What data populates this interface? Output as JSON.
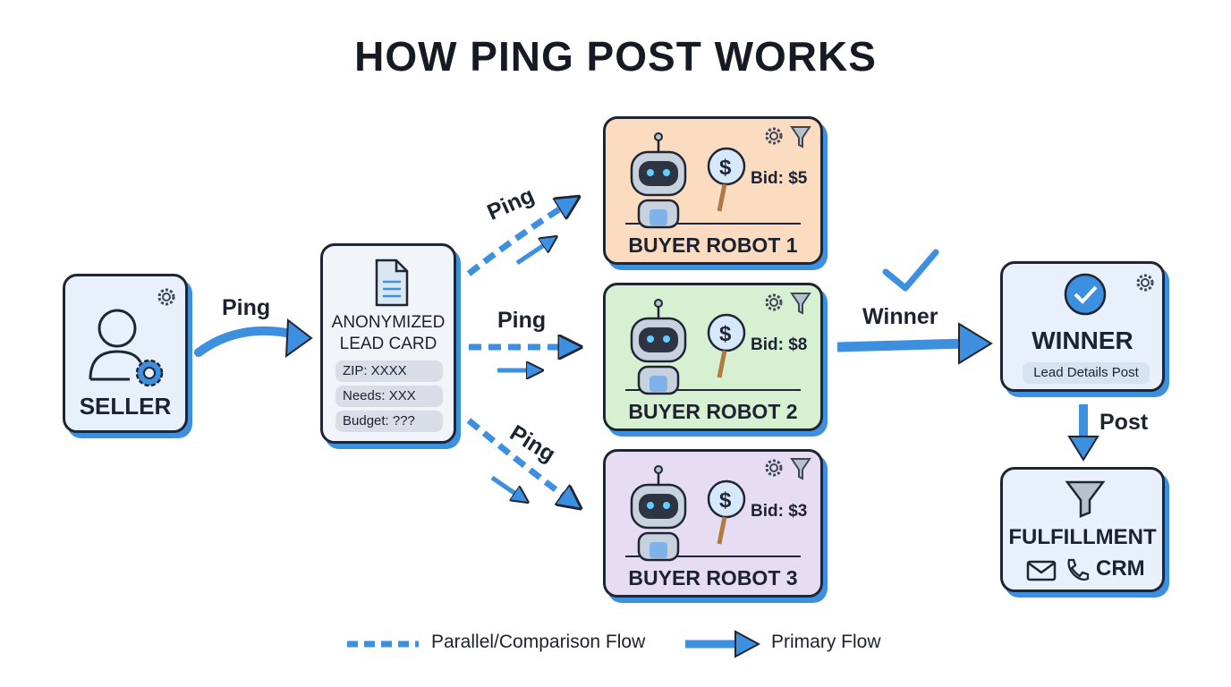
{
  "title": "HOW PING POST WORKS",
  "seller": {
    "label": "SELLER"
  },
  "lead_card": {
    "title_line1": "ANONYMIZED",
    "title_line2": "LEAD CARD",
    "fields": [
      "ZIP: XXXX",
      "Needs: XXX",
      "Budget: ???"
    ]
  },
  "buyers": [
    {
      "label": "BUYER ROBOT 1",
      "bid": "Bid: $5",
      "color": "#fbdcc0"
    },
    {
      "label": "BUYER ROBOT 2",
      "bid": "Bid: $8",
      "color": "#d8f0d2"
    },
    {
      "label": "BUYER ROBOT 3",
      "bid": "Bid: $3",
      "color": "#e6dcf3"
    }
  ],
  "winner": {
    "label": "WINNER",
    "sub": "Lead Details Post"
  },
  "fulfillment": {
    "label": "FULFILLMENT",
    "crm": "CRM"
  },
  "flow_labels": {
    "seller_to_lead": "Ping",
    "to_buyer1": "Ping",
    "to_buyer2": "Ping",
    "to_buyer3": "Ping",
    "winner": "Winner",
    "post": "Post"
  },
  "legend": {
    "dashed": "Parallel/Comparison Flow",
    "solid": "Primary Flow"
  },
  "colors": {
    "accent": "#3d8fe0",
    "outline": "#1f2533",
    "card_blue": "#e8f1fb"
  }
}
